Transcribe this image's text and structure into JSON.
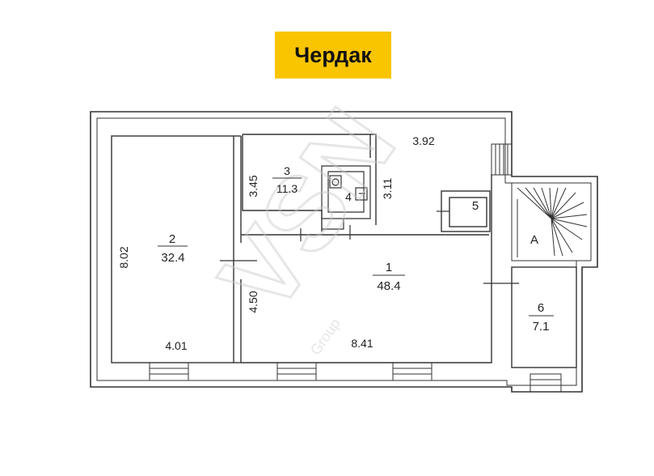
{
  "title": "Чердак",
  "watermark": {
    "brand": "VSN",
    "sub": "Group"
  },
  "colors": {
    "title_bg": "#f9c400",
    "line": "#333333",
    "watermark": "#d9d9d9"
  },
  "rooms": [
    {
      "number": "2",
      "area": "32.4"
    },
    {
      "number": "3",
      "area": "11.3"
    },
    {
      "number": "4"
    },
    {
      "number": "5"
    },
    {
      "number": "1",
      "area": "48.4"
    },
    {
      "number": "6",
      "area": "7.1"
    },
    {
      "number": "A"
    }
  ],
  "dimensions": {
    "room2_height": "8.02",
    "room2_width": "4.01",
    "room3_height": "3.45",
    "room4_height": "3.11",
    "top_width": "3.92",
    "room1_height": "4.50",
    "room1_width": "8.41"
  }
}
